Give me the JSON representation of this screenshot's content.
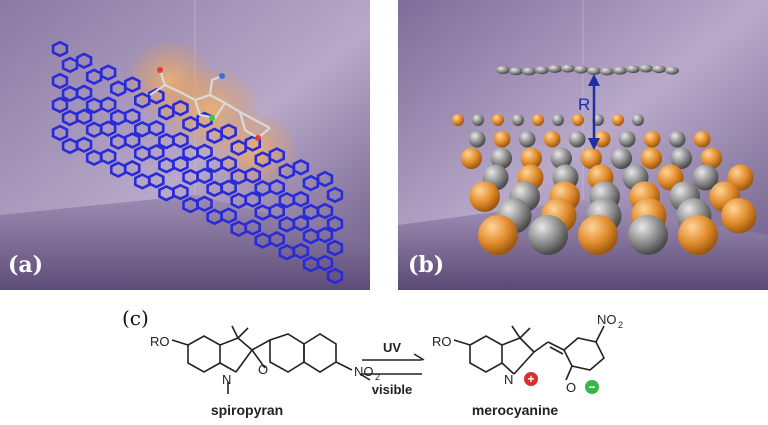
{
  "panels": {
    "a": {
      "label": "(a)"
    },
    "b": {
      "label": "(b)",
      "distance_label": "R"
    },
    "c": {
      "label": "(c)"
    }
  },
  "reaction": {
    "left_name": "spiropyran",
    "right_name": "merocyanine",
    "forward_label": "UV",
    "reverse_label": "visible",
    "ro_left": "RO",
    "ro_right": "RO",
    "n_left": "N",
    "n_right": "N",
    "o_left": "O",
    "o_right": "O",
    "no2_left": "NO",
    "no2_left_sub": "2",
    "no2_right": "NO",
    "no2_right_sub": "2",
    "plus": "+",
    "minus": "−"
  },
  "colors": {
    "room_top": "#6e5c88",
    "room_floor": "#5b4a73",
    "nanotube": "#2a2ad8",
    "graphene_top": "#6a6a6a",
    "sheet_orange": "#e08a2a",
    "arrow_blue": "#1c2fa6",
    "plus_red": "#d6312f",
    "minus_green": "#39b54a"
  }
}
